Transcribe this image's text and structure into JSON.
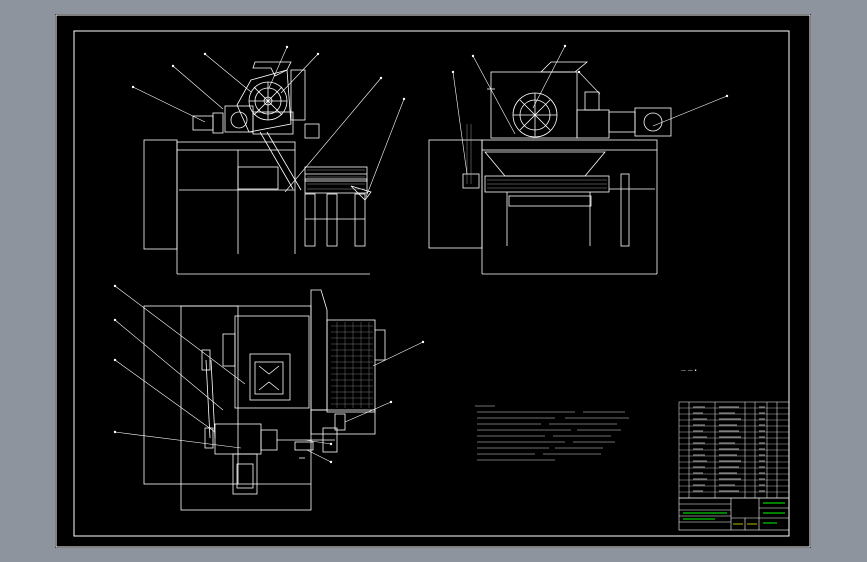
{
  "viewport": {
    "background_color": "#8d949e",
    "sheet_color": "#000000",
    "line_color": "#ffffff",
    "hatch_color": "#c8c8c8",
    "accent_green": "#00cc00",
    "accent_yellow": "#e8e800"
  },
  "drawing": {
    "title_block": {
      "label_rows": 5,
      "parts_list_rows": 16
    },
    "balloon_count_top_left": 7,
    "balloon_count_top_right": 5,
    "balloon_count_bottom": 8,
    "note_scrawl": "— — •"
  }
}
